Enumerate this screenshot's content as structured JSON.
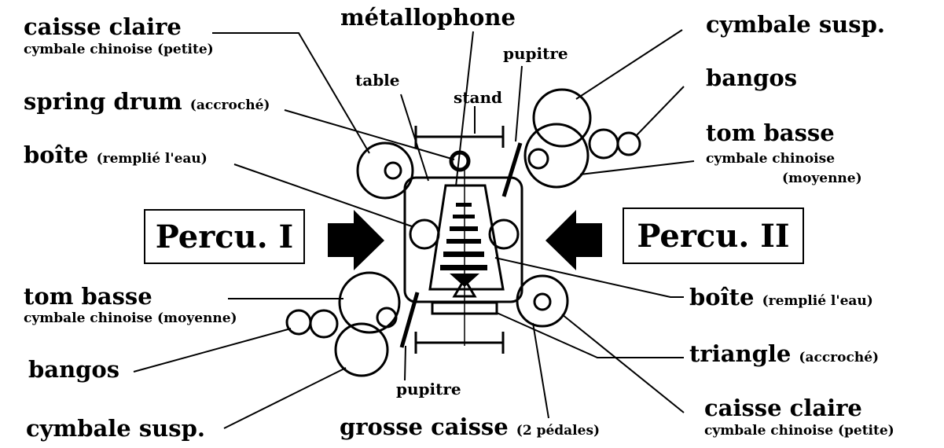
{
  "labels": {
    "metallophone": "métallophone",
    "caisse_claire_left": "caisse claire",
    "cymbale_chinoise_petite_left": "cymbale chinoise (petite)",
    "spring_drum": "spring drum",
    "spring_drum_note": "(accroché)",
    "boite_left": "boîte",
    "boite_left_note": "(remplié l'eau)",
    "tom_basse_left": "tom basse",
    "cymbale_chinoise_moyenne_left": "cymbale chinoise (moyenne)",
    "bangos_left": "bangos",
    "cymbale_susp_left": "cymbale susp.",
    "table": "table",
    "stand": "stand",
    "pupitre_top": "pupitre",
    "pupitre_bottom": "pupitre",
    "grosse_caisse": "grosse caisse",
    "grosse_caisse_note": "(2 pédales)",
    "cymbale_susp_right": "cymbale susp.",
    "bangos_right": "bangos",
    "tom_basse_right": "tom basse",
    "cymbale_chinoise_right_line1": "cymbale chinoise",
    "cymbale_chinoise_right_line2": "(moyenne)",
    "boite_right": "boîte",
    "boite_right_note": "(remplié l'eau)",
    "triangle": "triangle",
    "triangle_note": "(accroché)",
    "caisse_claire_right": "caisse claire",
    "cymbale_chinoise_petite_right": "cymbale chinoise (petite)"
  },
  "performers": {
    "left": "Percu. I",
    "right": "Percu. II"
  },
  "colors": {
    "ink": "#000000",
    "paper": "#ffffff"
  }
}
